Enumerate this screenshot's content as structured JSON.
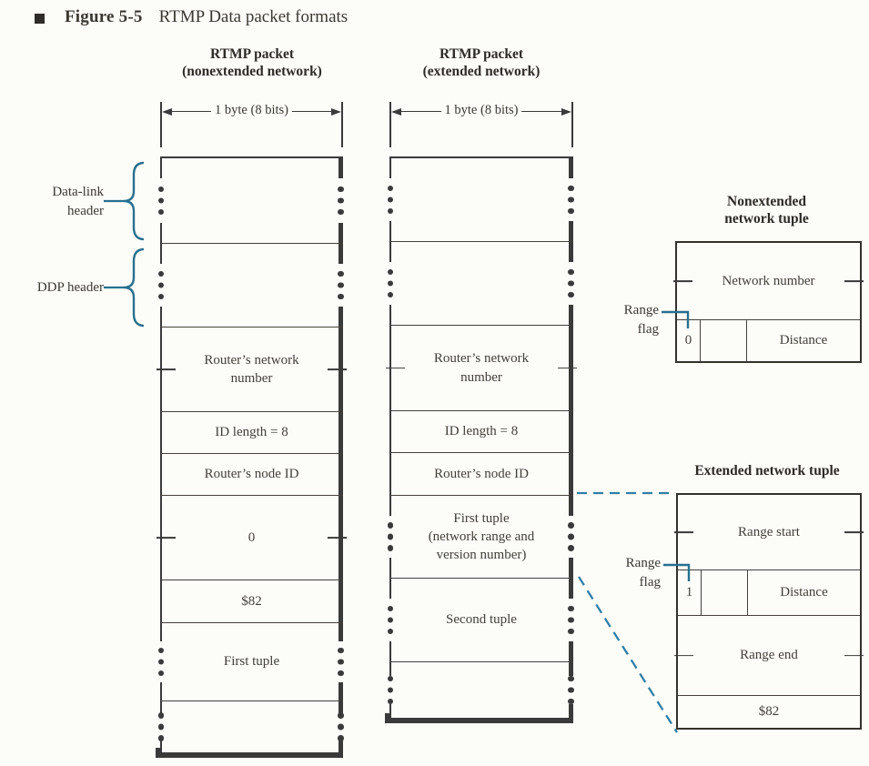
{
  "caption": {
    "figure_label": "Figure 5-5",
    "title": "RTMP Data packet formats"
  },
  "labels": {
    "data_link_header": "Data-link\nheader",
    "ddp_header": "DDP header",
    "byte_width": "1 byte (8 bits)",
    "range_flag": "Range\nflag"
  },
  "nonextended_packet": {
    "title": "RTMP packet\n(nonextended network)",
    "rows": [
      {
        "label": ""
      },
      {
        "label": ""
      },
      {
        "label": "Router’s network\nnumber"
      },
      {
        "label": "ID length = 8"
      },
      {
        "label": "Router’s node ID"
      },
      {
        "label": "0"
      },
      {
        "label": "$82"
      },
      {
        "label": "First tuple"
      },
      {
        "label": ""
      }
    ]
  },
  "extended_packet": {
    "title": "RTMP packet\n(extended network)",
    "rows": [
      {
        "label": ""
      },
      {
        "label": ""
      },
      {
        "label": "Router’s network\nnumber"
      },
      {
        "label": "ID length = 8"
      },
      {
        "label": "Router’s node ID"
      },
      {
        "label": "First tuple\n(network range and\nversion number)"
      },
      {
        "label": "Second tuple"
      },
      {
        "label": ""
      }
    ]
  },
  "nonextended_tuple": {
    "title": "Nonextended\nnetwork tuple",
    "network_number": "Network number",
    "flag_value": "0",
    "distance": "Distance"
  },
  "extended_tuple": {
    "title": "Extended network tuple",
    "range_start": "Range start",
    "flag_value": "1",
    "distance": "Distance",
    "range_end": "Range end",
    "version": "$82"
  },
  "colors": {
    "line": "#3a3a3a",
    "accent_teal": "#27708f",
    "dash_blue": "#2e7fa6",
    "paper": "#fcfcf9"
  }
}
